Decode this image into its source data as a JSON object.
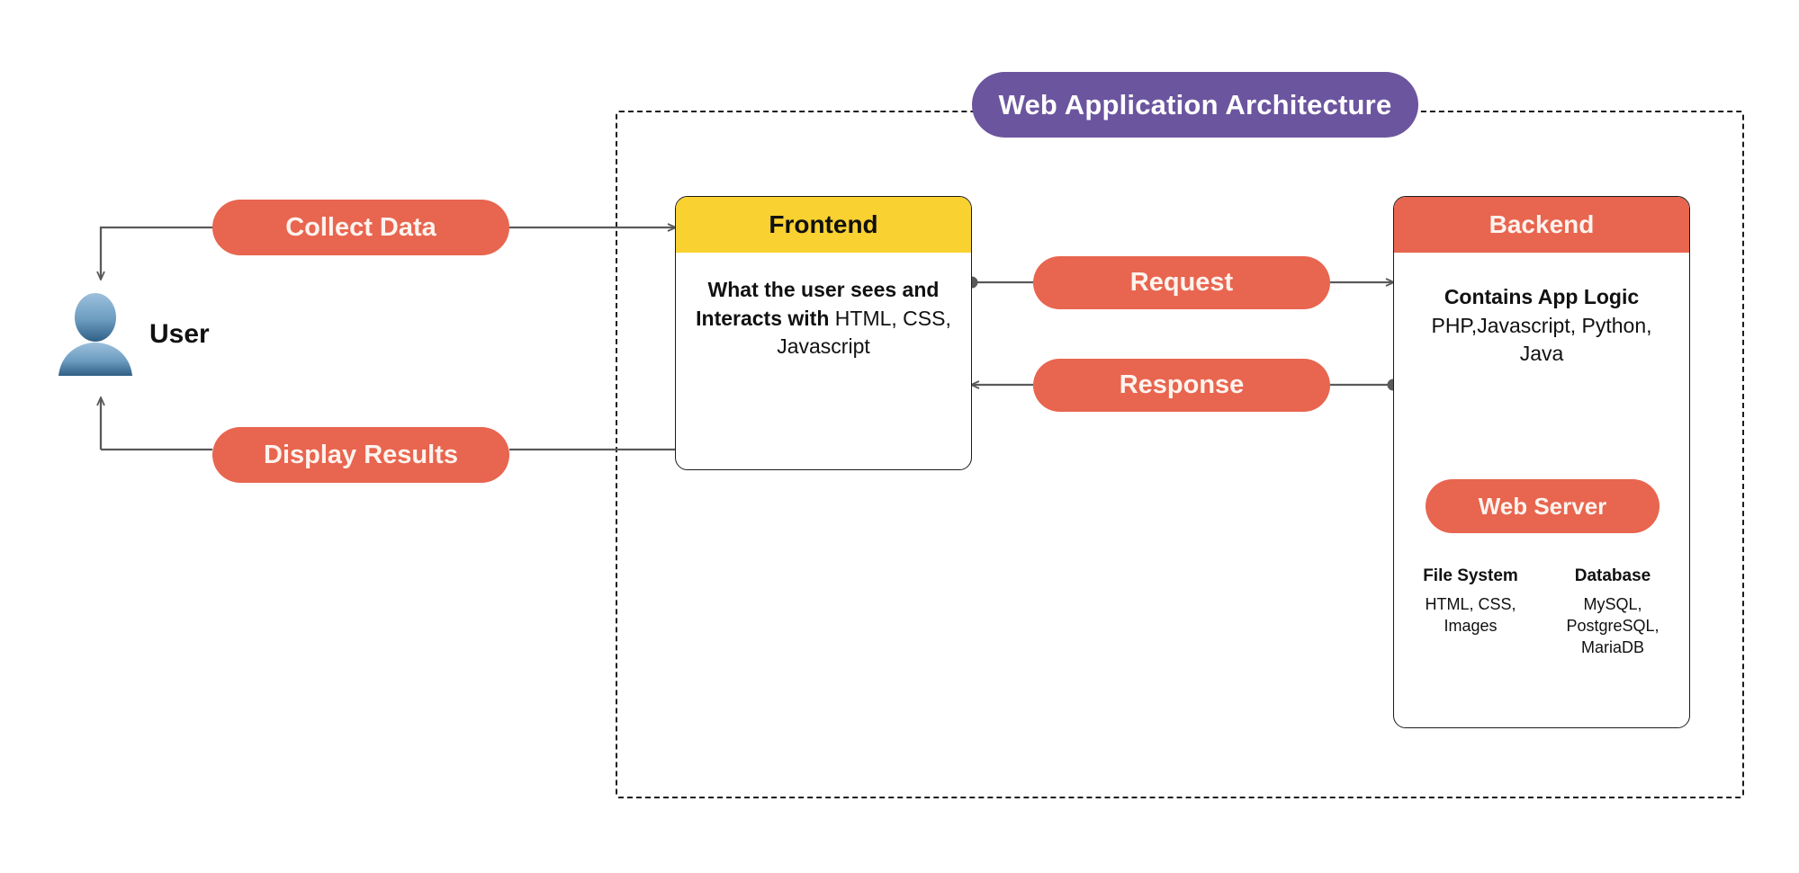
{
  "diagram": {
    "title": "Web Application Architecture",
    "colors": {
      "accent_coral": "#e8654f",
      "accent_purple": "#6b559e",
      "accent_yellow": "#f9d131",
      "line": "#5a5a5a",
      "text_dark": "#111111",
      "text_light": "#fdf3ee"
    }
  },
  "actor": {
    "label": "User",
    "icon": "user-avatar-icon"
  },
  "flows": {
    "collect_data": "Collect Data",
    "display_results": "Display Results",
    "request": "Request",
    "response": "Response"
  },
  "frontend": {
    "header": "Frontend",
    "description_bold": "What the user sees and Interacts with",
    "description_light": " HTML, CSS, Javascript"
  },
  "backend": {
    "header": "Backend",
    "description_bold": "Contains App Logic",
    "description_light": "PHP,Javascript, Python, Java",
    "web_server": "Web Server",
    "columns": [
      {
        "title": "File System",
        "text": "HTML, CSS, Images"
      },
      {
        "title": "Database",
        "text": "MySQL, PostgreSQL, MariaDB"
      }
    ]
  }
}
